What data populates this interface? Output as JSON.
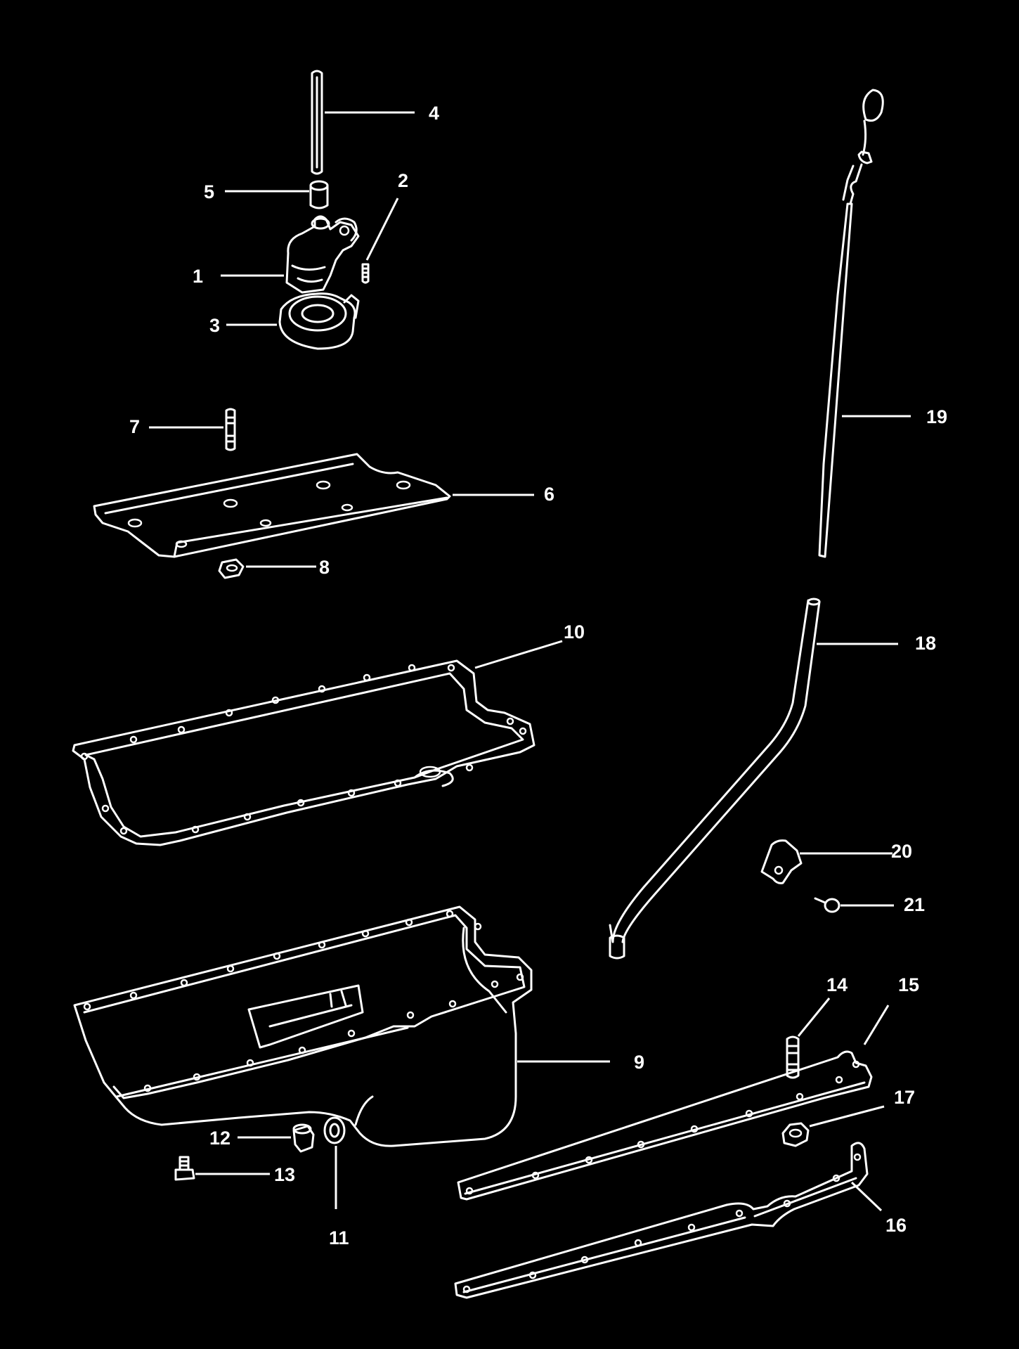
{
  "colors": {
    "background": "#000000",
    "line": "#ffffff"
  },
  "callouts": {
    "c1": "1",
    "c2": "2",
    "c3": "3",
    "c4": "4",
    "c5": "5",
    "c6": "6",
    "c7": "7",
    "c8": "8",
    "c9": "9",
    "c10": "10",
    "c11": "11",
    "c12": "12",
    "c13": "13",
    "c14": "14",
    "c15": "15",
    "c16": "16",
    "c17": "17",
    "c18": "18",
    "c19": "19",
    "c20": "20",
    "c21": "21"
  }
}
